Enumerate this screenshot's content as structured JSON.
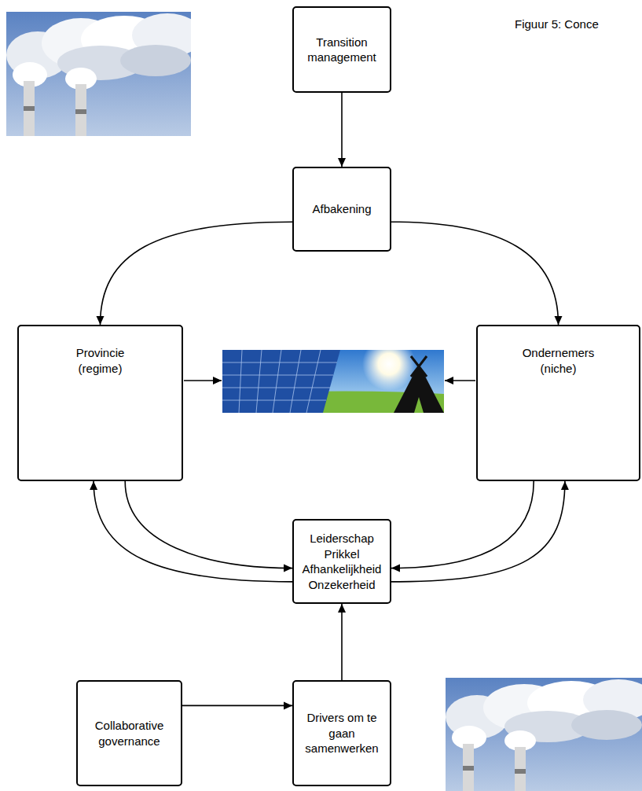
{
  "diagram": {
    "title": "Figuur 5: Conce",
    "nodes": [
      {
        "text": [
          "Transition management"
        ]
      },
      {
        "text": [
          "Afbakening"
        ]
      },
      {
        "text": [
          "Provincie (regime)"
        ]
      },
      {
        "text": [
          "Ondernemers (niche)"
        ]
      },
      {
        "text": [
          "Leiderschap Prikkel Afhankelijkheid Onzekerheid"
        ]
      },
      {
        "text": [
          "Collaborative governance"
        ]
      },
      {
        "text": [
          "Drivers om te gaan samenwerken"
        ]
      }
    ],
    "edges": [
      {
        "from": 0,
        "to": 1,
        "arrow": "to"
      },
      {
        "from": 1,
        "to": 2,
        "arrow": "to"
      },
      {
        "from": 1,
        "to": 3,
        "arrow": "to"
      },
      {
        "from": 2,
        "to": 4,
        "arrow": "to"
      },
      {
        "from": 4,
        "to": 2,
        "arrow": "to"
      },
      {
        "from": 3,
        "to": 4,
        "arrow": "to"
      },
      {
        "from": 4,
        "to": 3,
        "arrow": "to"
      },
      {
        "from": 5,
        "to": 6,
        "arrow": "to"
      },
      {
        "from": 6,
        "to": 4,
        "arrow": "to"
      }
    ]
  }
}
